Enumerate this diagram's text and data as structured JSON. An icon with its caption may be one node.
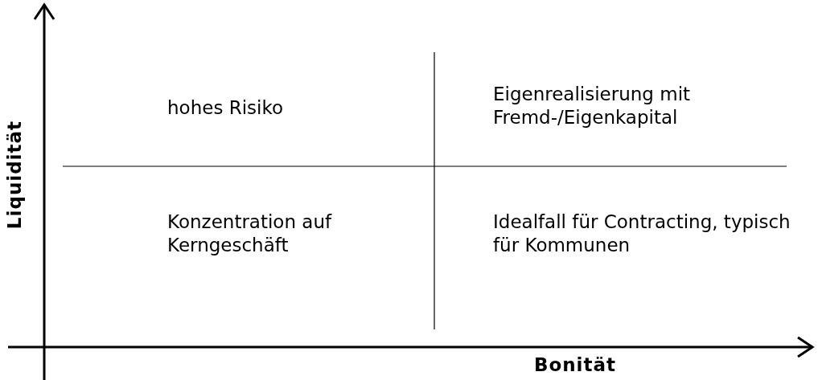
{
  "diagram": {
    "labels": [
      "hohes Risiko",
      "Eigenrealisierung mit Fremd-/Eigenkapital",
      "Liquidität",
      "Konzentration auf Kerngeschäft",
      "Idealfall für Contracting, typisch für Kommunen",
      "Bonität"
    ]
  }
}
